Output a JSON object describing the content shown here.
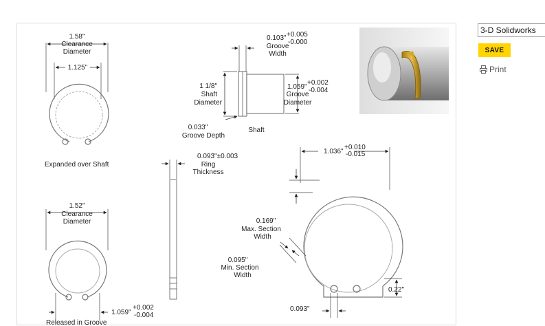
{
  "sidebar": {
    "format_select_value": "3-D Solidworks",
    "save_label": "SAVE",
    "print_label": "Print",
    "print_icon": "printer-icon"
  },
  "drawing": {
    "expanded": {
      "clearance_value": "1.58\"",
      "clearance_label_1": "Clearance",
      "clearance_label_2": "Diameter",
      "inner_dim": "1.125\"",
      "caption": "Expanded over Shaft"
    },
    "released": {
      "clearance_value": "1.52\"",
      "clearance_label_1": "Clearance",
      "clearance_label_2": "Diameter",
      "free_dim": "1.059\"",
      "free_tol_plus": "+0.002",
      "free_tol_minus": "-0.004",
      "caption": "Released in Groove"
    },
    "shaft": {
      "groove_width_value": "0.103\"",
      "groove_width_tol_plus": "+0.005",
      "groove_width_tol_minus": "-0.000",
      "groove_width_label_1": "Groove",
      "groove_width_label_2": "Width",
      "shaft_dia_value": "1 1/8\"",
      "shaft_dia_label_1": "Shaft",
      "shaft_dia_label_2": "Diameter",
      "groove_dia_value": "1.059\"",
      "groove_dia_tol_plus": "+0.002",
      "groove_dia_tol_minus": "-0.004",
      "groove_dia_label_1": "Groove",
      "groove_dia_label_2": "Diameter",
      "groove_depth_value": "0.033\"",
      "groove_depth_label": "Groove Depth",
      "caption": "Shaft"
    },
    "ring_thickness": {
      "value": "0.093\"±0.003",
      "label_1": "Ring",
      "label_2": "Thickness"
    },
    "detail": {
      "width_value": "1.036\"",
      "width_tol_plus": "+0.010",
      "width_tol_minus": "-0.015",
      "max_section_value": "0.169\"",
      "max_section_label_1": "Max. Section",
      "max_section_label_2": "Width",
      "min_section_value": "0.095\"",
      "min_section_label_1": "Min. Section",
      "min_section_label_2": "Width",
      "lug_height": "0.22\"",
      "hole_dia": "0.093\""
    }
  }
}
